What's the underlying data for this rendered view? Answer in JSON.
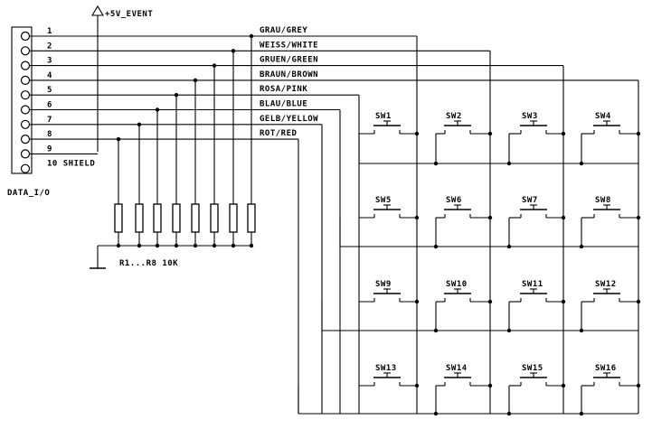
{
  "power": {
    "label": "+5V_EVENT"
  },
  "connector": {
    "label": "DATA_I/O",
    "pins": [
      "1",
      "2",
      "3",
      "4",
      "5",
      "6",
      "7",
      "8",
      "9",
      "10 SHIELD"
    ]
  },
  "wires": [
    "GRAU/GREY",
    "WEISS/WHITE",
    "GRUEN/GREEN",
    "BRAUN/BROWN",
    "ROSA/PINK",
    "BLAU/BLUE",
    "GELB/YELLOW",
    "ROT/RED"
  ],
  "resistors": {
    "label": "R1...R8  10K"
  },
  "switches": [
    [
      "SW1",
      "SW2",
      "SW3",
      "SW4"
    ],
    [
      "SW5",
      "SW6",
      "SW7",
      "SW8"
    ],
    [
      "SW9",
      "SW10",
      "SW11",
      "SW12"
    ],
    [
      "SW13",
      "SW14",
      "SW15",
      "SW16"
    ]
  ]
}
